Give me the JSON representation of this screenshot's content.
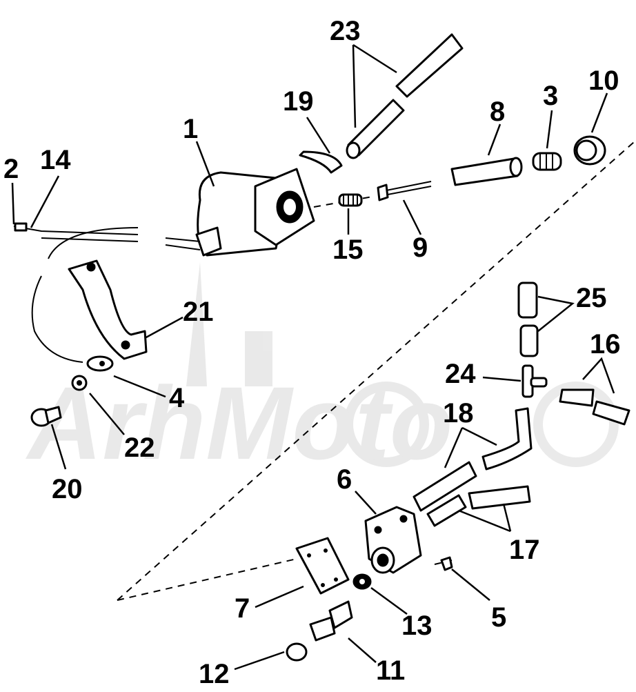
{
  "diagram": {
    "watermark_text": "ArhMoto",
    "callouts": [
      {
        "id": "1",
        "label": "1"
      },
      {
        "id": "2",
        "label": "2"
      },
      {
        "id": "3",
        "label": "3"
      },
      {
        "id": "4",
        "label": "4"
      },
      {
        "id": "5",
        "label": "5"
      },
      {
        "id": "6",
        "label": "6"
      },
      {
        "id": "7",
        "label": "7"
      },
      {
        "id": "8",
        "label": "8"
      },
      {
        "id": "9",
        "label": "9"
      },
      {
        "id": "10",
        "label": "10"
      },
      {
        "id": "11",
        "label": "11"
      },
      {
        "id": "12",
        "label": "12"
      },
      {
        "id": "13",
        "label": "13"
      },
      {
        "id": "14",
        "label": "14"
      },
      {
        "id": "15",
        "label": "15"
      },
      {
        "id": "16",
        "label": "16"
      },
      {
        "id": "17",
        "label": "17"
      },
      {
        "id": "18",
        "label": "18"
      },
      {
        "id": "19",
        "label": "19"
      },
      {
        "id": "20",
        "label": "20"
      },
      {
        "id": "21",
        "label": "21"
      },
      {
        "id": "22",
        "label": "22"
      },
      {
        "id": "23",
        "label": "23"
      },
      {
        "id": "24",
        "label": "24"
      },
      {
        "id": "25",
        "label": "25"
      }
    ]
  }
}
